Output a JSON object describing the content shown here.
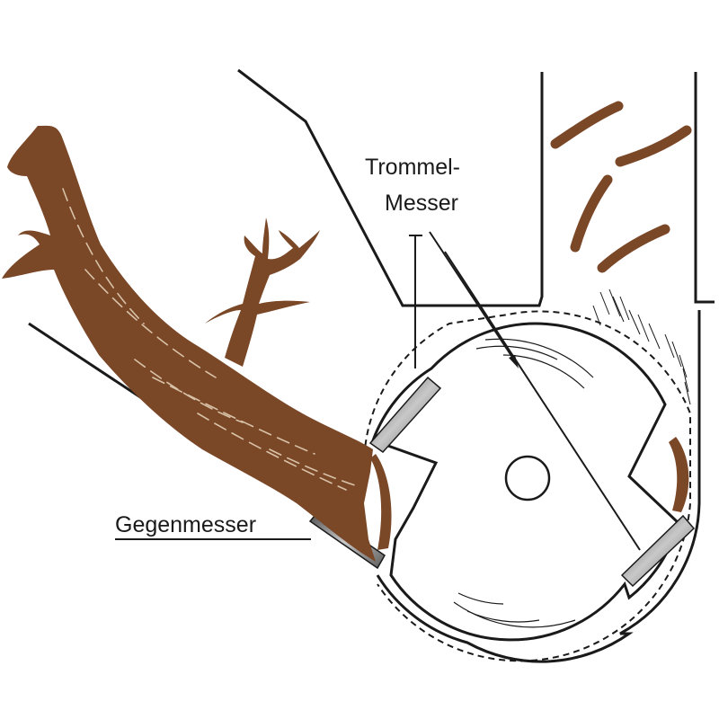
{
  "labels": {
    "trommel": "Trommel-",
    "messer": "Messer",
    "gegenmesser": "Gegenmesser"
  },
  "colors": {
    "wood": "#7a4727",
    "line": "#1a1a1a",
    "blade": "#8c8c8c",
    "background": "#ffffff"
  }
}
